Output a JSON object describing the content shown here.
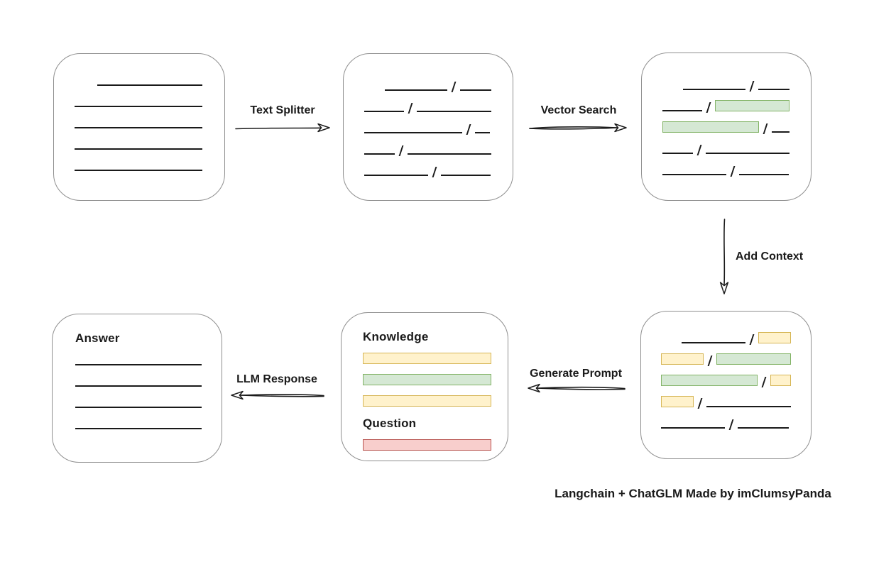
{
  "title": "Langchain + ChatGLM retrieval QA flow diagram",
  "caption": "Langchain + ChatGLM Made by imClumsyPanda",
  "colors": {
    "ink": "#1a1a1a",
    "box_border": "#8f8f8f",
    "green_fill": "#d5e8d4",
    "green_border": "#82b366",
    "yellow_fill": "#fff2cc",
    "yellow_border": "#d6b656",
    "red_fill": "#f8cecc",
    "red_border": "#b85450"
  },
  "arrows": {
    "text_splitter": {
      "label": "Text Splitter",
      "direction": "right"
    },
    "vector_search": {
      "label": "Vector Search",
      "direction": "right"
    },
    "add_context": {
      "label": "Add Context",
      "direction": "down"
    },
    "generate_prompt": {
      "label": "Generate Prompt",
      "direction": "left"
    },
    "llm_response": {
      "label": "LLM Response",
      "direction": "left"
    }
  },
  "nodes": {
    "document": {
      "description": "source document with plain text lines",
      "rows": [
        {
          "indent": 32,
          "segs": [
            {
              "t": "line",
              "w": 148
            }
          ]
        },
        {
          "segs": [
            {
              "t": "line",
              "w": 180
            }
          ]
        },
        {
          "segs": [
            {
              "t": "line",
              "w": 180
            }
          ]
        },
        {
          "segs": [
            {
              "t": "line",
              "w": 180
            }
          ]
        },
        {
          "segs": [
            {
              "t": "line",
              "w": 180
            }
          ]
        }
      ]
    },
    "split_chunks": {
      "description": "document split into chunks separated by slashes",
      "rows": [
        {
          "indent": 29,
          "segs": [
            {
              "t": "line",
              "w": 91
            },
            {
              "t": "line",
              "w": 45
            }
          ]
        },
        {
          "segs": [
            {
              "t": "line",
              "w": 58
            },
            {
              "t": "line",
              "w": 108
            }
          ]
        },
        {
          "segs": [
            {
              "t": "line",
              "w": 138
            },
            {
              "t": "line",
              "w": 21
            }
          ]
        },
        {
          "segs": [
            {
              "t": "line",
              "w": 44
            },
            {
              "t": "line",
              "w": 120
            }
          ]
        },
        {
          "segs": [
            {
              "t": "line",
              "w": 90
            },
            {
              "t": "line",
              "w": 70
            }
          ]
        }
      ]
    },
    "matched_chunks": {
      "description": "vector search results: matched chunks highlighted green",
      "rows": [
        {
          "indent": 29,
          "segs": [
            {
              "t": "line",
              "w": 91
            },
            {
              "t": "line",
              "w": 45
            }
          ]
        },
        {
          "segs": [
            {
              "t": "line",
              "w": 58
            },
            {
              "t": "green",
              "w": 108
            }
          ]
        },
        {
          "segs": [
            {
              "t": "green",
              "w": 138
            },
            {
              "t": "line",
              "w": 25
            }
          ]
        },
        {
          "segs": [
            {
              "t": "line",
              "w": 44
            },
            {
              "t": "line",
              "w": 120
            }
          ]
        },
        {
          "segs": [
            {
              "t": "line",
              "w": 90
            },
            {
              "t": "line",
              "w": 70
            }
          ]
        }
      ]
    },
    "context_chunks": {
      "description": "context added around matches: neighbor chunks highlighted yellow",
      "rows": [
        {
          "indent": 29,
          "segs": [
            {
              "t": "line",
              "w": 93
            },
            {
              "t": "yellow",
              "w": 48
            }
          ]
        },
        {
          "segs": [
            {
              "t": "yellow",
              "w": 62
            },
            {
              "t": "green",
              "w": 108
            }
          ]
        },
        {
          "segs": [
            {
              "t": "green",
              "w": 138
            },
            {
              "t": "yellow",
              "w": 30
            }
          ]
        },
        {
          "segs": [
            {
              "t": "yellow",
              "w": 47
            },
            {
              "t": "line",
              "w": 120
            }
          ]
        },
        {
          "segs": [
            {
              "t": "line",
              "w": 90
            },
            {
              "t": "line",
              "w": 72
            }
          ]
        }
      ]
    },
    "prompt": {
      "description": "generated prompt with knowledge bars and question bar",
      "rows": [
        {
          "title": "Knowledge",
          "name": "knowledge-label"
        },
        {
          "segs": [
            {
              "t": "yellow",
              "w": 183
            }
          ]
        },
        {
          "segs": [
            {
              "t": "green",
              "w": 183
            }
          ]
        },
        {
          "segs": [
            {
              "t": "yellow",
              "w": 183
            }
          ]
        },
        {
          "title": "Question",
          "name": "question-label"
        },
        {
          "segs": [
            {
              "t": "red",
              "w": 183
            }
          ]
        }
      ]
    },
    "answer": {
      "description": "LLM answer with text lines",
      "rows": [
        {
          "title": "Answer",
          "name": "answer-label"
        },
        {
          "segs": [
            {
              "t": "line",
              "w": 180
            }
          ]
        },
        {
          "segs": [
            {
              "t": "line",
              "w": 180
            }
          ]
        },
        {
          "segs": [
            {
              "t": "line",
              "w": 180
            }
          ]
        },
        {
          "segs": [
            {
              "t": "line",
              "w": 180
            }
          ]
        }
      ]
    }
  }
}
